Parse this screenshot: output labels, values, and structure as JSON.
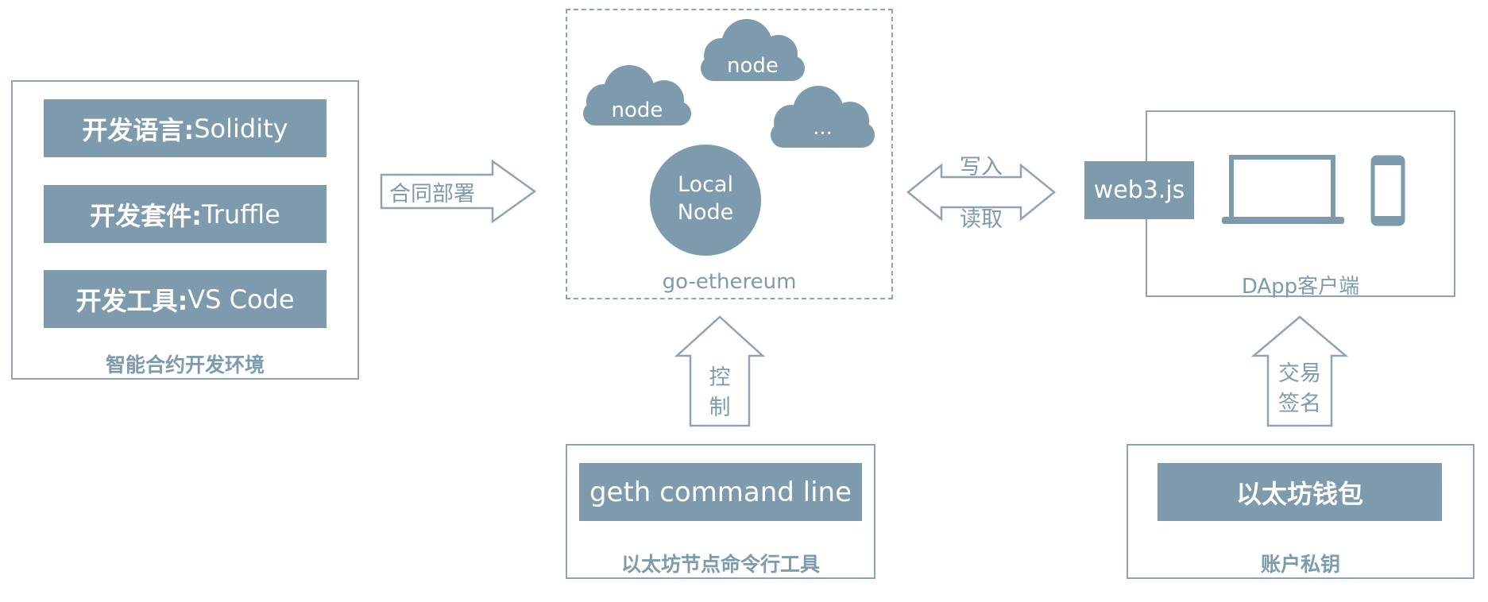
{
  "dev_env": {
    "items": [
      {
        "label": "开发语言:",
        "value": " Solidity"
      },
      {
        "label": "开发套件:",
        "value": "Truffle"
      },
      {
        "label": "开发工具:",
        "value": "VS Code"
      }
    ],
    "caption": "智能合约开发环境"
  },
  "arrows": {
    "deploy": "合同部署",
    "write": "写入",
    "read": "读取",
    "control": [
      "控",
      "制"
    ],
    "sign": [
      "交易",
      "签名"
    ]
  },
  "network": {
    "nodes": [
      "node",
      "node",
      "..."
    ],
    "local_node": [
      "Local",
      "Node"
    ],
    "caption": "go-ethereum"
  },
  "dapp": {
    "web3": "web3.js",
    "caption": "DApp客户端"
  },
  "geth": {
    "command": "geth command line",
    "caption": "以太坊节点命令行工具"
  },
  "wallet": {
    "label": "以太坊钱包",
    "caption": "账户私钥"
  },
  "colors": {
    "accent": "#7e9aad",
    "border": "#8ea3b3"
  }
}
